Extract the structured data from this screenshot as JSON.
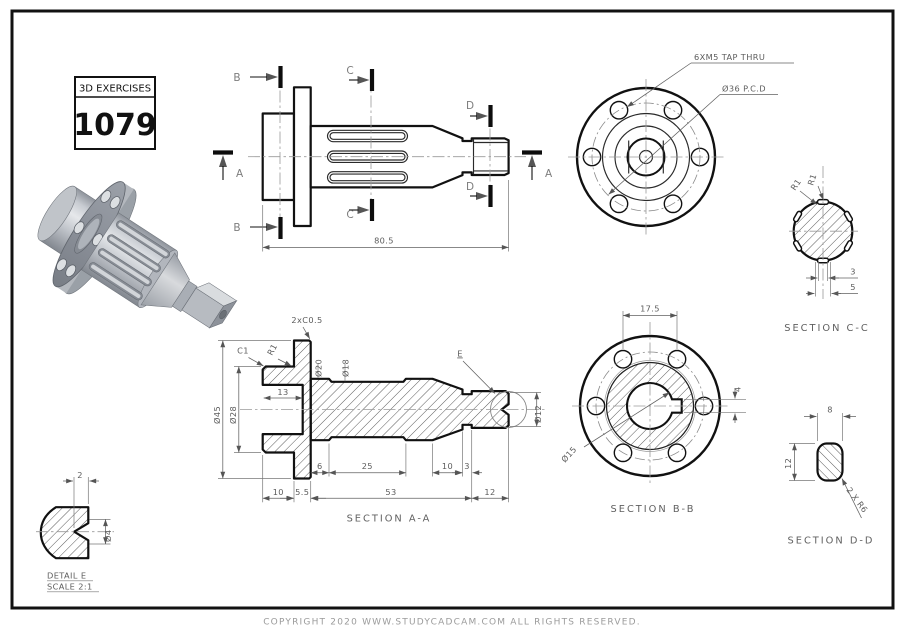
{
  "sheet": {
    "ink": "#111111",
    "dim_color": "#5c5c5c",
    "centerline_color": "#9a9a9a"
  },
  "title_block": {
    "series": "3D EXERCISES",
    "number": "1079"
  },
  "side_view": {
    "marker_a_left": "A",
    "marker_a_right": "A",
    "marker_b_top": "B",
    "marker_b_bottom": "B",
    "marker_c_top": "C",
    "marker_c_bottom": "C",
    "marker_d_top": "D",
    "marker_d_bottom": "D",
    "dim_overall": "80.5"
  },
  "front_view": {
    "label_tap": "6XM5 TAP THRU",
    "label_pcd": "Ø36 P.C.D"
  },
  "section_aa": {
    "title": "SECTION A-A",
    "dim_chamfer": "2xC0.5",
    "dim_c1": "C1",
    "dim_r1": "R1",
    "dim_d20": "Ø20",
    "dim_d18": "Ø18",
    "dim_d45": "Ø45",
    "dim_d28": "Ø28",
    "dim_13": "13",
    "label_e": "E",
    "dim_d12": "Ø12",
    "dim_6": "6",
    "dim_25": "25",
    "dim_10a": "10",
    "dim_3": "3",
    "dim_10b": "10",
    "dim_55": "5.5",
    "dim_53": "53",
    "dim_12": "12"
  },
  "section_bb": {
    "title": "SECTION B-B",
    "dim_175": "17.5",
    "dim_4": "4",
    "dim_d15": "Ø15"
  },
  "section_cc": {
    "title": "SECTION C-C",
    "dim_r1a": "R1",
    "dim_r1b": "R1",
    "dim_3": "3",
    "dim_5": "5"
  },
  "section_dd": {
    "title": "SECTION D-D",
    "dim_8": "8",
    "dim_12": "12",
    "dim_r6": "2 X R6"
  },
  "detail_e": {
    "title": "DETAIL E",
    "scale": "SCALE 2:1",
    "dim_2": "2",
    "dim_d4": "Ø4"
  },
  "footer": {
    "copyright": "COPYRIGHT   2020 WWW.STUDYCADCAM.COM ALL RIGHTS RESERVED."
  }
}
